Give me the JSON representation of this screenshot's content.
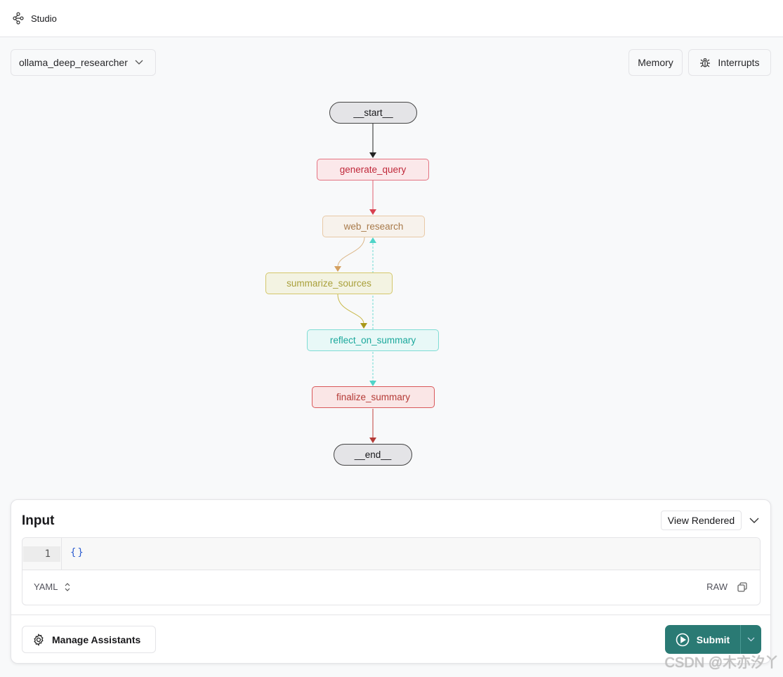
{
  "app": {
    "title": "Studio",
    "icon": "graph-nodes-icon"
  },
  "toolbar": {
    "graph_select": "ollama_deep_researcher",
    "memory": "Memory",
    "interrupts": "Interrupts"
  },
  "graph": {
    "nodes": [
      "__start__",
      "generate_query",
      "web_research",
      "summarize_sources",
      "reflect_on_summary",
      "finalize_summary",
      "__end__"
    ]
  },
  "input": {
    "title": "Input",
    "view_rendered": "View Rendered",
    "line_number": "1",
    "code": "{}",
    "format": "YAML",
    "raw": "RAW"
  },
  "footer": {
    "manage": "Manage Assistants",
    "submit": "Submit"
  },
  "colors": {
    "submit": "#2a7a74",
    "generate_query": "#c0283a",
    "web_research": "#a87a4a",
    "summarize_sources": "#a9a03a",
    "reflect_on_summary": "#1aa89c",
    "finalize_summary": "#b43a36"
  },
  "watermark": "CSDN @木亦汐丫"
}
